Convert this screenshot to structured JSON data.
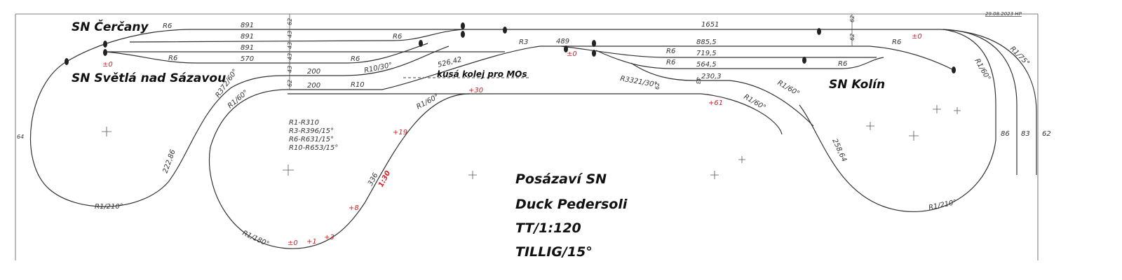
{
  "stations": {
    "cercany": "SN Čerčany",
    "svetla": "SN Světlá nad Sázavou",
    "kolin": "SN Kolín"
  },
  "title_block": {
    "line1": "Posázaví SN",
    "line2": "Duck Pedersoli",
    "line3": "TT/1:120",
    "line4": "TILLIG/15°"
  },
  "note_spur": "kusá kolej pro MOs",
  "date_stamp": "29.08.2023 HP",
  "legend": [
    "R1-R310",
    "R3-R396/15°",
    "R6-R631/15°",
    "R10-R653/15°"
  ],
  "dimensions": {
    "d891a": "891",
    "d891b": "891",
    "d891c": "891",
    "d570": "570",
    "d200a": "200",
    "d200b": "200",
    "d52642": "526,42",
    "d1651": "1651",
    "d8855": "885,5",
    "d7195": "719,5",
    "d5645": "564,5",
    "d2303": "230,3",
    "d489": "489",
    "d22286": "222,86",
    "d336": "336",
    "d25864": "258,64",
    "d86": "86",
    "d83": "83",
    "d62r": "62",
    "d64": "64",
    "v62a": "62",
    "v43a": "43",
    "v43b": "43",
    "v43c": "43",
    "v43d": "43",
    "v62b": "62",
    "v62c": "62",
    "v62d": "62",
    "v43e": "43",
    "v62e": "62"
  },
  "track_labels": {
    "r6a": "R6",
    "r6b": "R6",
    "r6c": "R6",
    "r6d": "R6",
    "r10_30": "R10/30°",
    "r10": "R10",
    "r3": "R3",
    "r6e": "R6",
    "r6f": "R6",
    "r6g": "R6",
    "r6h": "R6",
    "r3321": "R3321/30°",
    "r372": "R372/60°",
    "r160a": "R1/60°",
    "r160b": "R1/60°",
    "r160c": "R1/60°",
    "r160d": "R1/60°",
    "r160e": "R1/60°",
    "r175": "R1/75°",
    "r1210a": "R1/210°",
    "r1180": "R1/180°",
    "r1210b": "R1/210°"
  },
  "elevations": {
    "e0a": "±0",
    "e0b": "±0",
    "e0c": "±0",
    "e0d": "±0",
    "e1": "+1",
    "e3": "+3",
    "e8": "+8",
    "e19": "+19",
    "e30": "+30",
    "e61": "+61",
    "grade": "1:30"
  }
}
